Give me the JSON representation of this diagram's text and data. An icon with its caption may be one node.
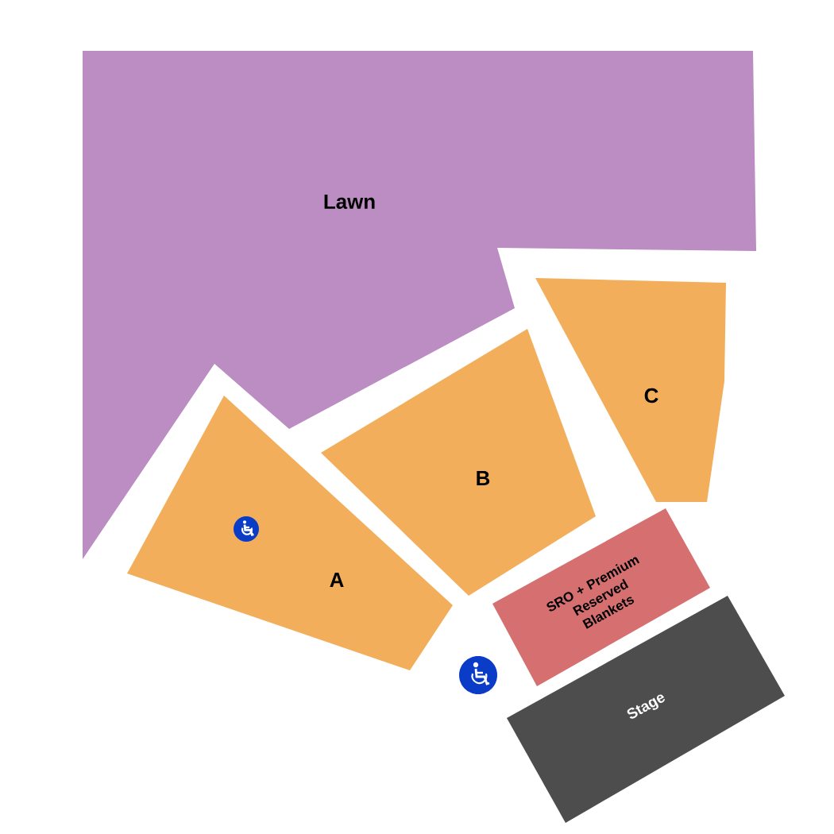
{
  "diagram": {
    "nodes": [
      {
        "text": [
          "Lawn"
        ]
      },
      {
        "text": [
          "C"
        ]
      },
      {
        "text": [
          "B"
        ]
      },
      {
        "text": [
          "A"
        ]
      },
      {
        "text": [
          "SRO + Premium Reserved Blankets"
        ]
      },
      {
        "text": [
          "Stage"
        ]
      }
    ]
  }
}
